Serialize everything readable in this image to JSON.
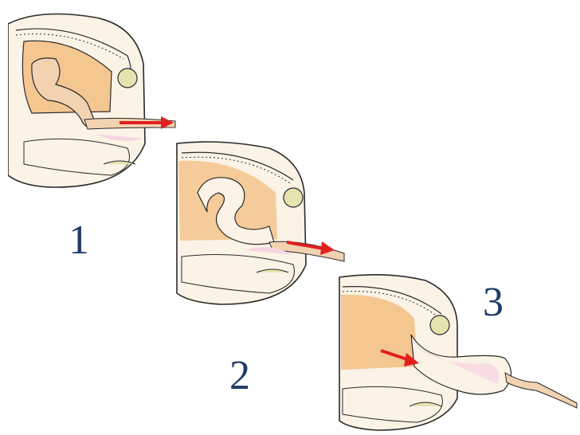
{
  "colors": {
    "outline": "#2a2a2a",
    "tissue_orange": "#f4c690",
    "tissue_orange_light": "#f9dcb8",
    "muscle_wall": "#fbf3e6",
    "tube": "#f2d2b0",
    "pink": "#f6d6e2",
    "bladder_green": "#e3e4b0",
    "arrow_red": "#e0201f",
    "number_blue": "#1f3b66"
  },
  "steps": [
    {
      "label": "1",
      "arrow": "red-arrow",
      "tract": "coiled-tract"
    },
    {
      "label": "2",
      "arrow": "red-arrow",
      "tract": "s-shaped-tract"
    },
    {
      "label": "3",
      "arrow": "red-arrow",
      "tract": "extended-tract"
    }
  ]
}
